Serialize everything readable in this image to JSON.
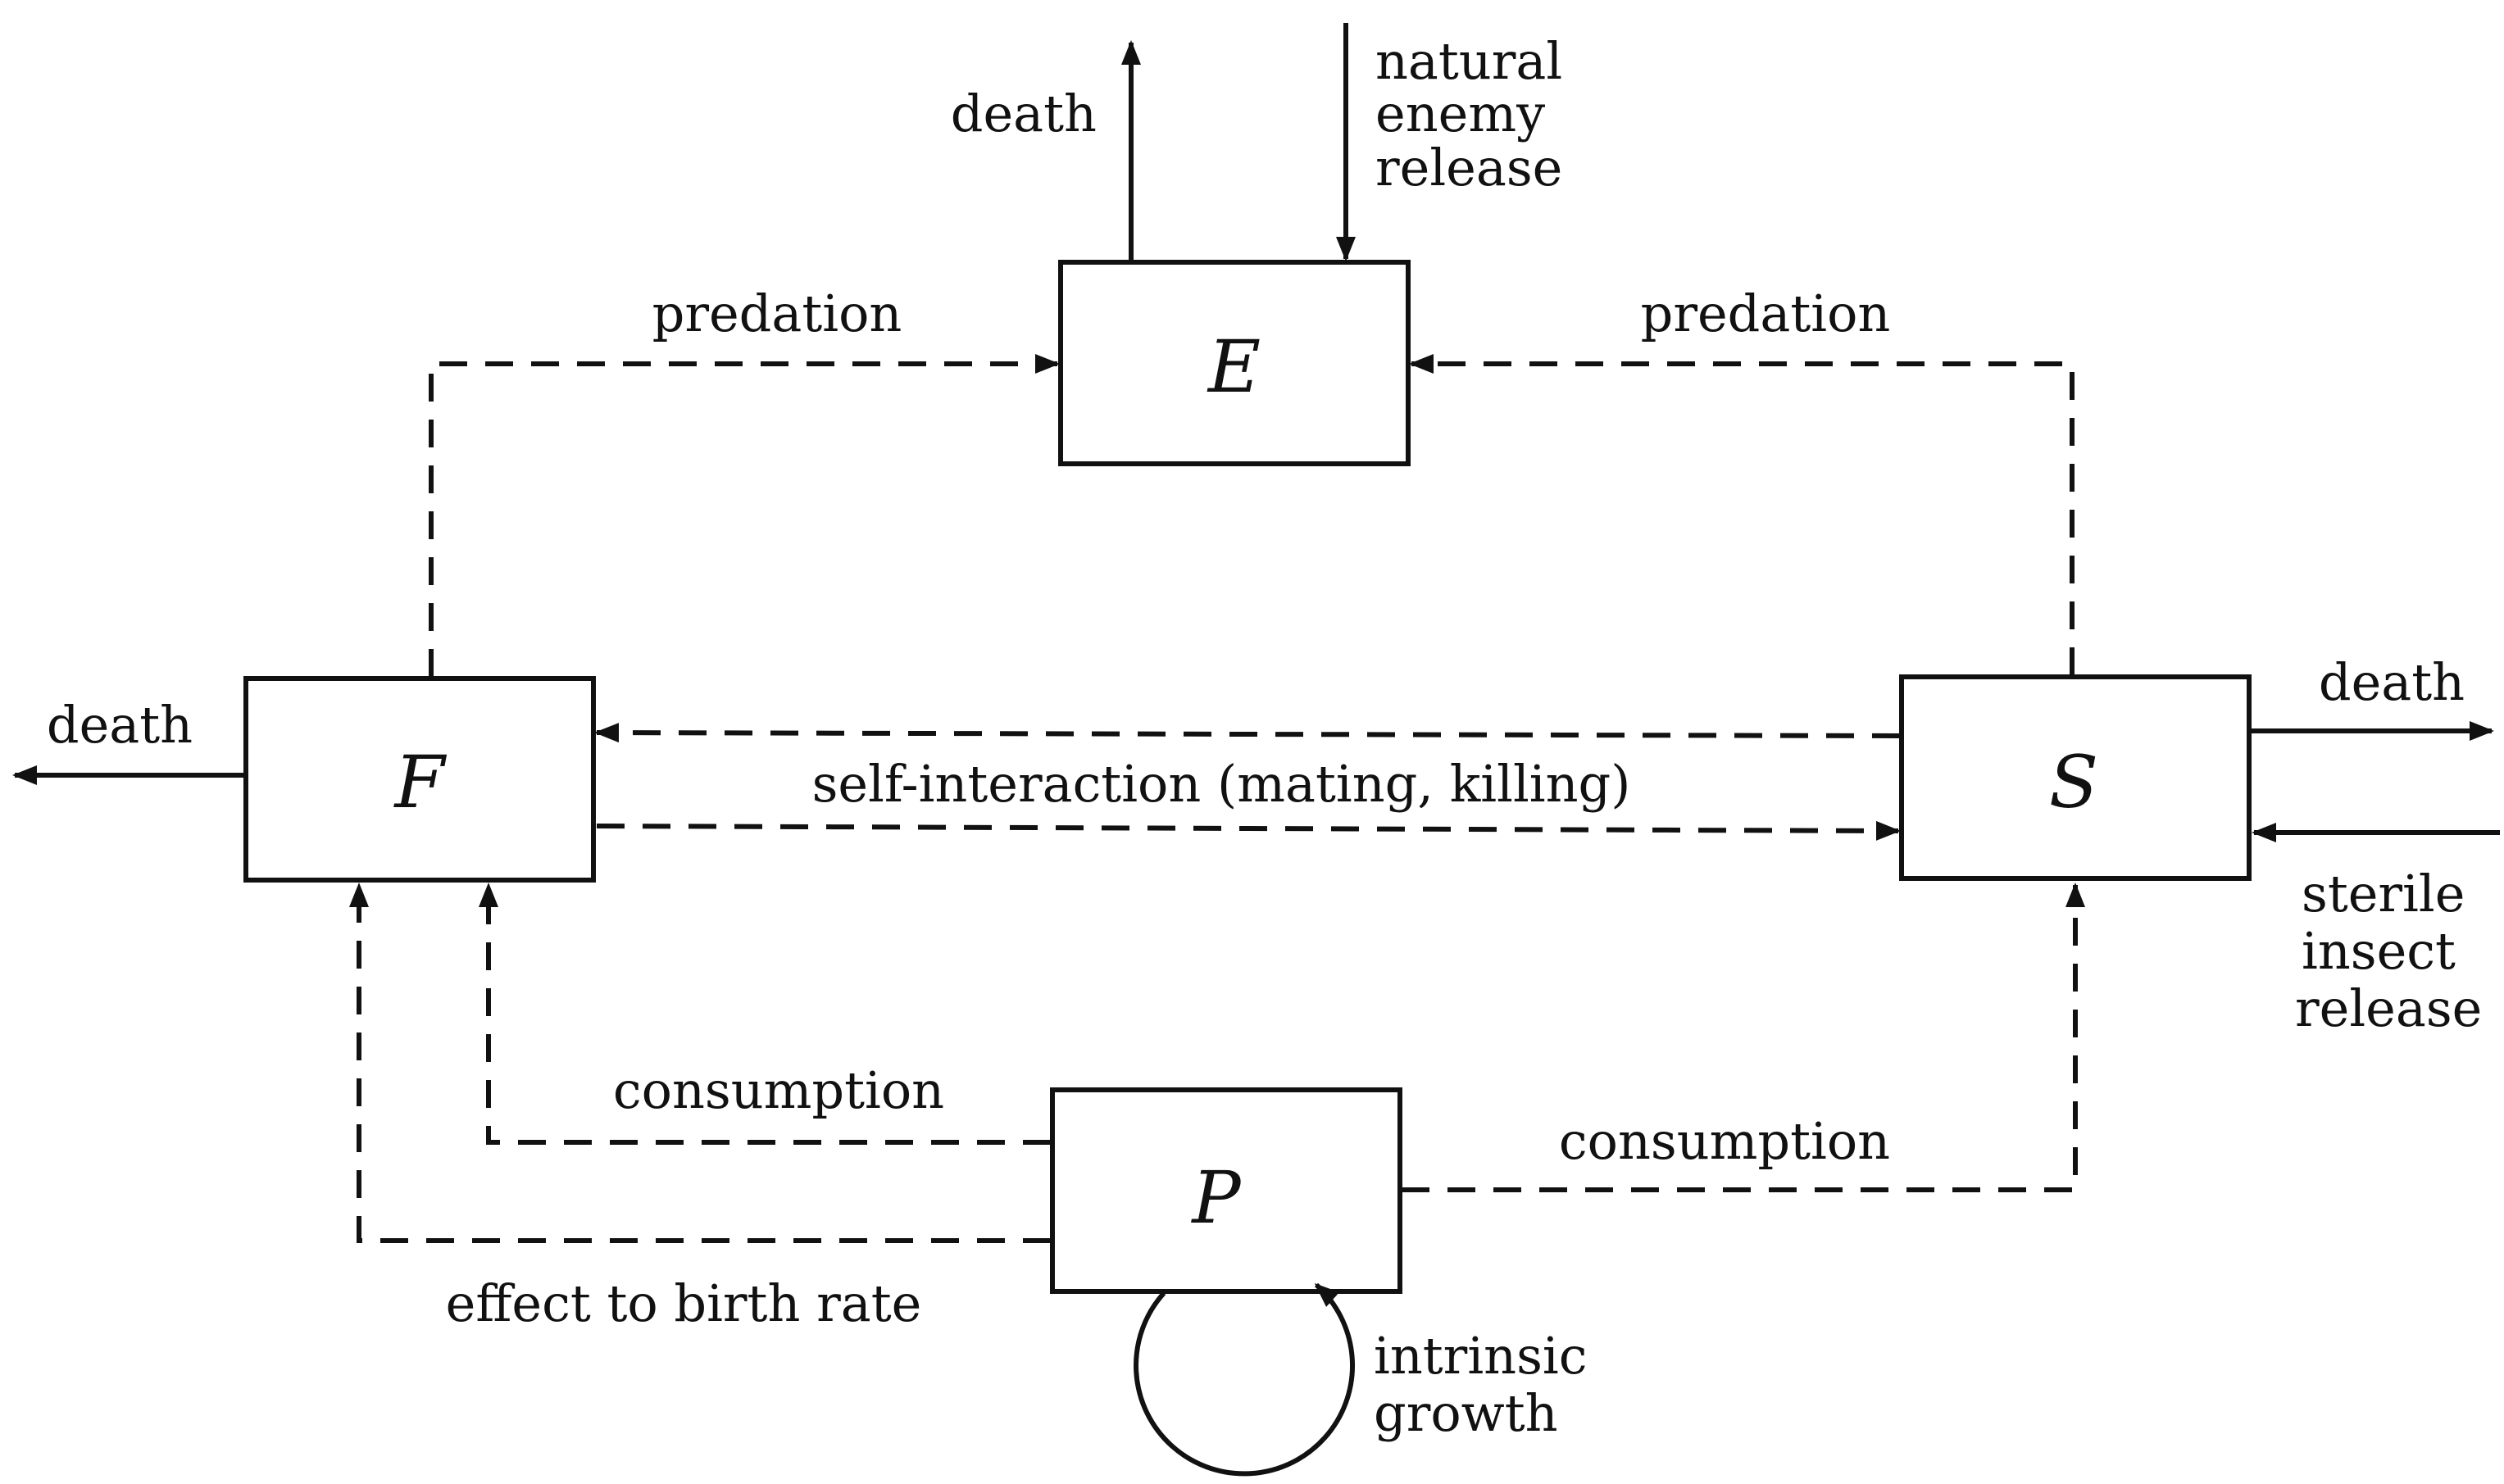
{
  "nodes": {
    "E": "E",
    "F": "F",
    "S": "S",
    "P": "P"
  },
  "labels": {
    "death_top": "death",
    "natural_enemy_release": [
      "natural",
      "enemy",
      "release"
    ],
    "predation_left": "predation",
    "predation_right": "predation",
    "death_left": "death",
    "death_right": "death",
    "self_interaction": "self-interaction (mating, killing)",
    "sterile_insect_release": [
      "sterile",
      "insect",
      "release"
    ],
    "consumption_left": "consumption",
    "consumption_right": "consumption",
    "effect_to_birth_rate": "effect to birth rate",
    "intrinsic_growth": [
      "intrinsic",
      "growth"
    ]
  }
}
